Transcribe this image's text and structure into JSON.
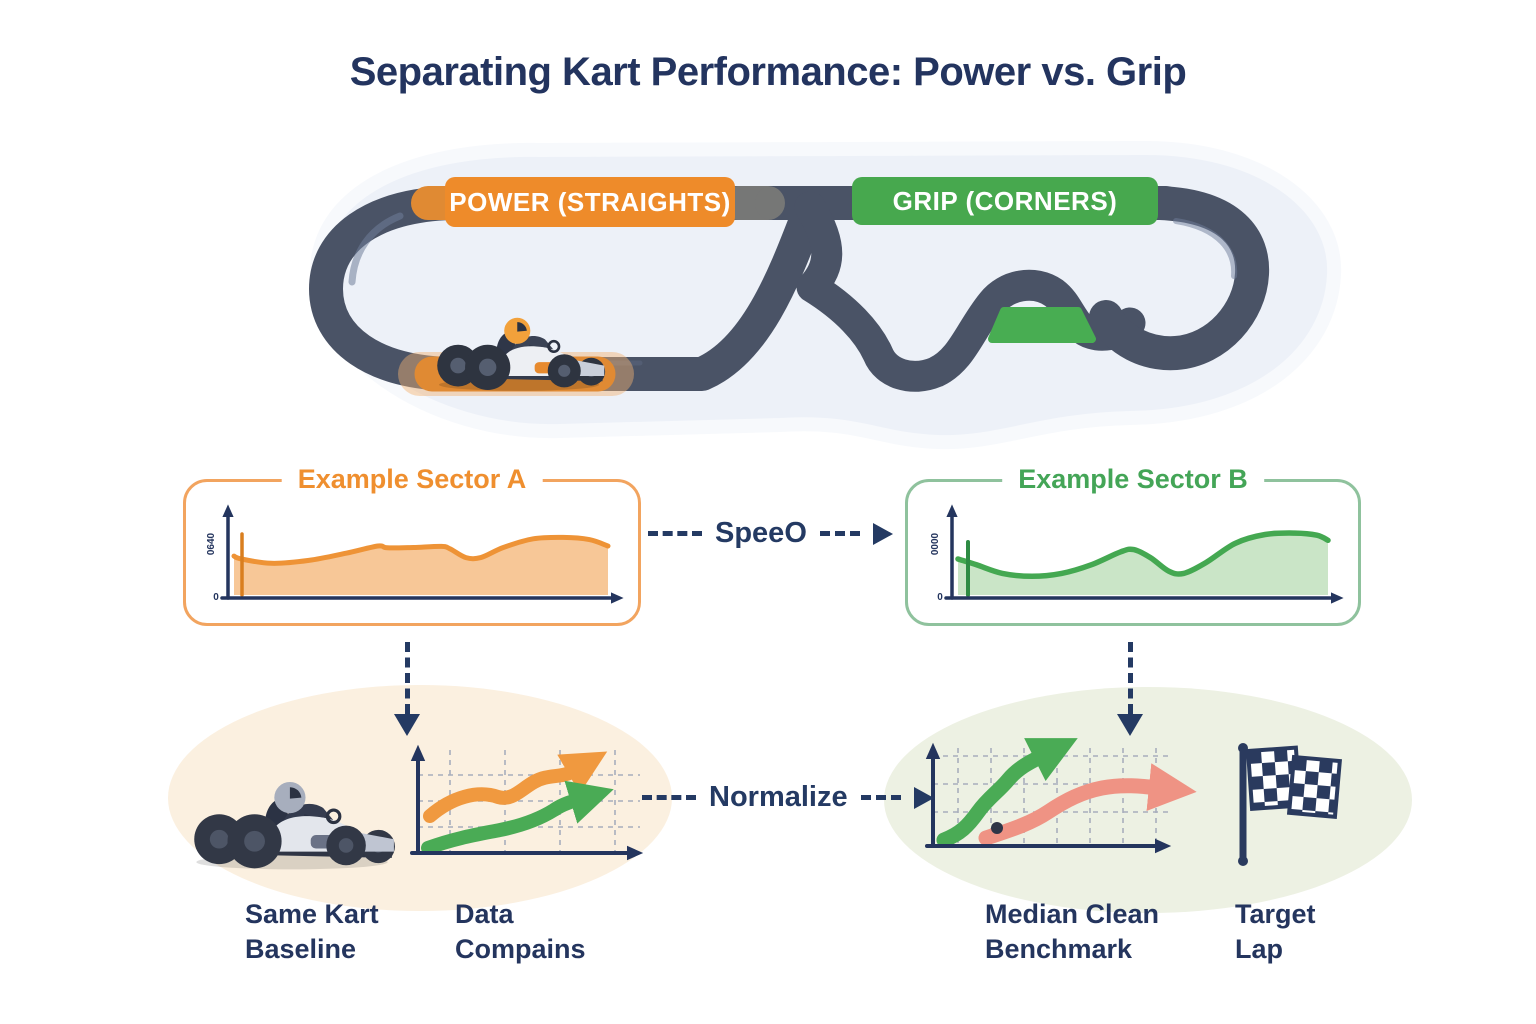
{
  "title": "Separating Kart Performance: Power vs. Grip",
  "track": {
    "power_badge": "POWER (STRAIGHTS)",
    "grip_badge": "GRIP (CORNERS)"
  },
  "sectors": {
    "a": {
      "title": "Example Sector A",
      "y_axis_label": "0640",
      "origin_label": "0",
      "accent": "#EF8F2F",
      "curve": [
        [
          0,
          0.54
        ],
        [
          0.02,
          0.5
        ],
        [
          0.1,
          0.44
        ],
        [
          0.2,
          0.48
        ],
        [
          0.3,
          0.58
        ],
        [
          0.385,
          0.68
        ],
        [
          0.41,
          0.655
        ],
        [
          0.48,
          0.66
        ],
        [
          0.555,
          0.675
        ],
        [
          0.578,
          0.64
        ],
        [
          0.62,
          0.52
        ],
        [
          0.66,
          0.52
        ],
        [
          0.72,
          0.66
        ],
        [
          0.8,
          0.78
        ],
        [
          0.88,
          0.8
        ],
        [
          0.95,
          0.77
        ],
        [
          1,
          0.68
        ]
      ]
    },
    "b": {
      "title": "Example Sector B",
      "y_axis_label": "0000",
      "origin_label": "0",
      "accent": "#44A557",
      "curve": [
        [
          0,
          0.5
        ],
        [
          0.05,
          0.42
        ],
        [
          0.12,
          0.3
        ],
        [
          0.2,
          0.26
        ],
        [
          0.28,
          0.3
        ],
        [
          0.36,
          0.42
        ],
        [
          0.44,
          0.6
        ],
        [
          0.475,
          0.63
        ],
        [
          0.52,
          0.52
        ],
        [
          0.57,
          0.33
        ],
        [
          0.61,
          0.3
        ],
        [
          0.67,
          0.45
        ],
        [
          0.75,
          0.72
        ],
        [
          0.83,
          0.84
        ],
        [
          0.91,
          0.86
        ],
        [
          0.97,
          0.83
        ],
        [
          1,
          0.76
        ]
      ]
    }
  },
  "flow_arrows": {
    "speed": "SpeeO",
    "normalize": "Normalize"
  },
  "captions": {
    "same_kart": {
      "line1": "Same Kart",
      "line2": "Baseline"
    },
    "data_comparison": {
      "line1": "Data",
      "line2": "Compains"
    },
    "median_benchmark": {
      "line1": "Median Clean",
      "line2": "Benchmark"
    },
    "target_lap": {
      "line1": "Target",
      "line2": "Lap"
    }
  },
  "colors": {
    "navy": "#24355E",
    "orange": "#EE8B2A",
    "green": "#47A84E",
    "track": "#4A5366",
    "salmon": "#EF9384"
  }
}
